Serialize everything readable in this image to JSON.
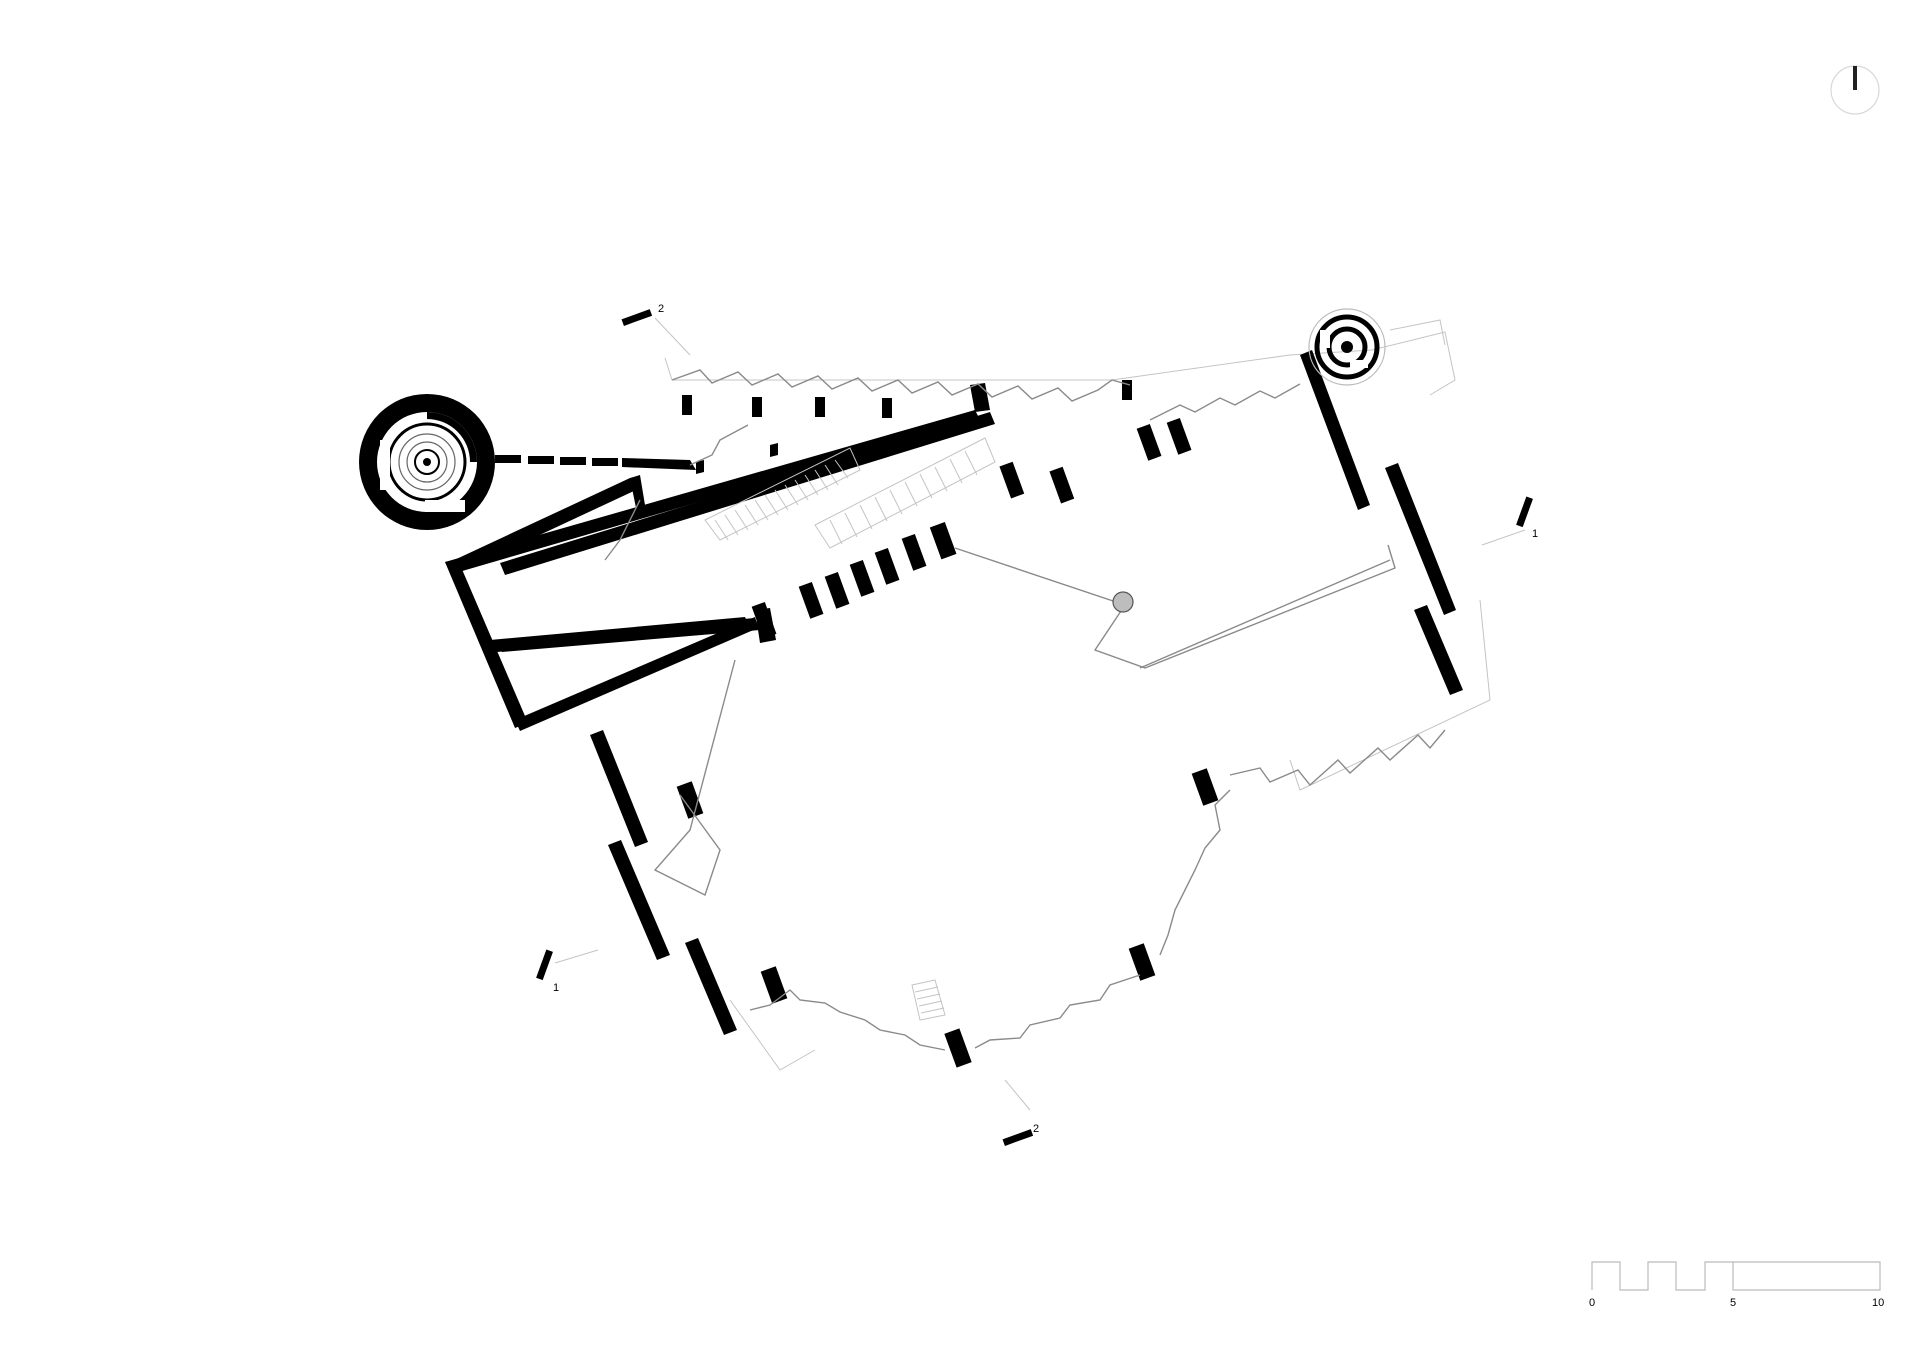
{
  "section_markers": [
    {
      "id": "section-2-top",
      "label": "2"
    },
    {
      "id": "section-2-bottom",
      "label": "2"
    },
    {
      "id": "section-1-right",
      "label": "1"
    },
    {
      "id": "section-1-left",
      "label": "1"
    }
  ],
  "scale_bar": {
    "labels": [
      "0",
      "5",
      "10"
    ]
  },
  "icons": {
    "north_arrow": "north-arrow-icon",
    "spiral_stair_large": "spiral-stair-icon",
    "spiral_stair_small": "spiral-stair-icon"
  },
  "colors": {
    "wall": "#000000",
    "line": "#8a8a8a",
    "faint": "#c4c4c4",
    "column_fill": "#bdbdbd"
  }
}
